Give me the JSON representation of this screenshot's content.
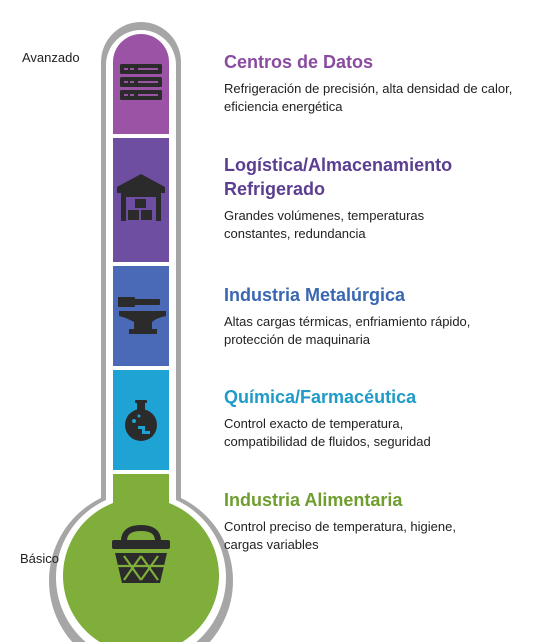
{
  "scale": {
    "top_label": "Avanzado",
    "bottom_label": "Básico"
  },
  "levels": [
    {
      "title": "Centros de Datos",
      "description": "Refrigeración de precisión, alta densidad de calor, eficiencia energética",
      "color": "#9b53a6",
      "icon": "server-rack-icon"
    },
    {
      "title": "Logística/Almacenamiento Refrigerado",
      "description": "Grandes volúmenes, temperaturas constantes, redundancia",
      "color": "#6d4ea1",
      "icon": "warehouse-icon"
    },
    {
      "title": "Industria Metalúrgica",
      "description": "Altas cargas térmicas, enfriamiento rápido, protección de maquinaria",
      "color": "#4a6ab8",
      "icon": "anvil-hammer-icon"
    },
    {
      "title": "Química/Farmacéutica",
      "description": "Control exacto de temperatura, compatibilidad de fluidos, seguridad",
      "color": "#1fa3d4",
      "icon": "flask-icon"
    },
    {
      "title": "Industria Alimentaria",
      "description": "Control preciso de temperatura, higiene, cargas variables",
      "color": "#7fae3b",
      "icon": "basket-icon"
    }
  ],
  "colors": {
    "tube_border": "#a6a6a6",
    "tube_inner_border": "#ffffff",
    "icon": "#2b2b2b"
  }
}
